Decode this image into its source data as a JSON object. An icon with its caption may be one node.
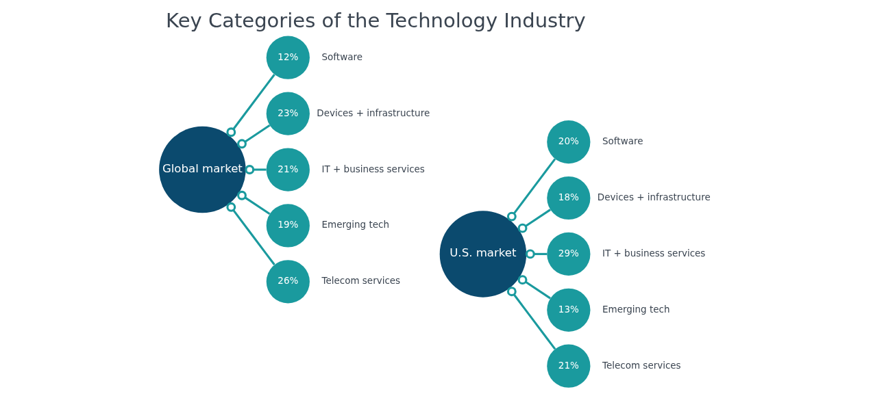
{
  "diagram": {
    "title": "Key Categories of the Technology Industry",
    "nodes": [
      {
        "text": [
          "Global market"
        ]
      },
      {
        "text": [
          "12%"
        ],
        "beside": [
          "Software"
        ]
      },
      {
        "text": [
          "23%"
        ],
        "beside": [
          "Devices + infrastructure"
        ]
      },
      {
        "text": [
          "21%"
        ],
        "beside": [
          "IT + business services"
        ]
      },
      {
        "text": [
          "19%"
        ],
        "beside": [
          "Emerging tech"
        ]
      },
      {
        "text": [
          "26%"
        ],
        "beside": [
          "Telecom services"
        ]
      },
      {
        "text": [
          "U.S. market"
        ]
      },
      {
        "text": [
          "20%"
        ],
        "beside": [
          "Software"
        ]
      },
      {
        "text": [
          "18%"
        ],
        "beside": [
          "Devices + infrastructure"
        ]
      },
      {
        "text": [
          "29%"
        ],
        "beside": [
          "IT + business services"
        ]
      },
      {
        "text": [
          "13%"
        ],
        "beside": [
          "Emerging tech"
        ]
      },
      {
        "text": [
          "21%"
        ],
        "beside": [
          "Telecom services"
        ]
      }
    ],
    "edges": [
      {
        "from": 0,
        "to": 1,
        "arrow": "other"
      },
      {
        "from": 0,
        "to": 2,
        "arrow": "other"
      },
      {
        "from": 0,
        "to": 3,
        "arrow": "other"
      },
      {
        "from": 0,
        "to": 4,
        "arrow": "other"
      },
      {
        "from": 0,
        "to": 5,
        "arrow": "other"
      },
      {
        "from": 6,
        "to": 7,
        "arrow": "other"
      },
      {
        "from": 6,
        "to": 8,
        "arrow": "other"
      },
      {
        "from": 6,
        "to": 9,
        "arrow": "other"
      },
      {
        "from": 6,
        "to": 10,
        "arrow": "other"
      },
      {
        "from": 6,
        "to": 11,
        "arrow": "other"
      }
    ]
  }
}
